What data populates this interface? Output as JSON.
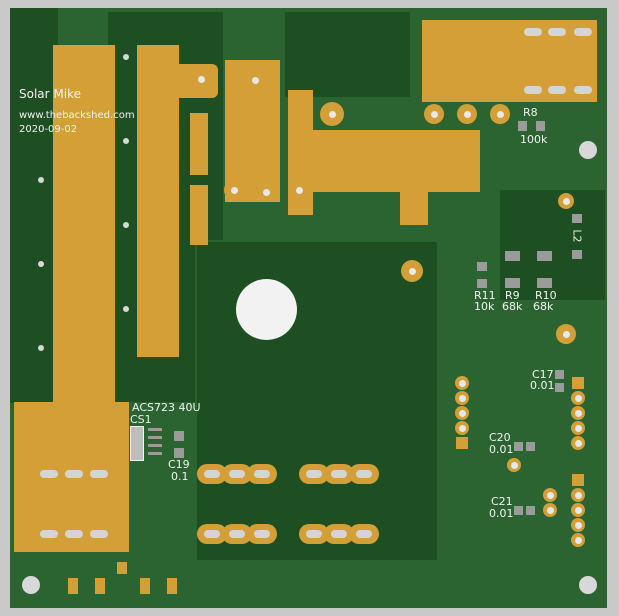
{
  "silkscreen": {
    "author": "Solar Mike",
    "website": "www.thebackshed.com",
    "date": "2020-09-02",
    "ic_part": "ACS723 40U",
    "ic_ref": "CS1"
  },
  "components": [
    {
      "ref": "R8",
      "value": "100k"
    },
    {
      "ref": "L2",
      "value": ""
    },
    {
      "ref": "R11",
      "value": "10k"
    },
    {
      "ref": "R9",
      "value": "68k"
    },
    {
      "ref": "R10",
      "value": "68k"
    },
    {
      "ref": "C17",
      "value": "0.01"
    },
    {
      "ref": "C20",
      "value": "0.01"
    },
    {
      "ref": "C21",
      "value": "0.01"
    },
    {
      "ref": "C19",
      "value": "0.1"
    }
  ],
  "colors": {
    "board": "#2c6431",
    "copper": "#d39f36",
    "frame": "#c9c9c9"
  }
}
